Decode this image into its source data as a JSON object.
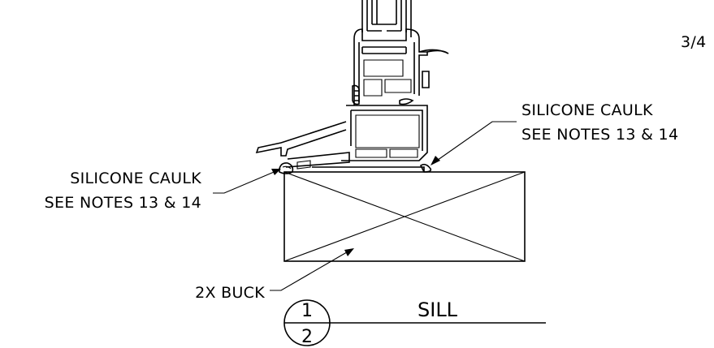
{
  "sheet": {
    "scale_fragment": "3/4"
  },
  "callouts": {
    "right": {
      "line1": "SILICONE CAULK",
      "line2": "SEE NOTES 13 & 14"
    },
    "left": {
      "line1": "SILICONE CAULK",
      "line2": "SEE NOTES 13 & 14"
    },
    "buck": "2X BUCK"
  },
  "detail_tag": {
    "number": "1",
    "sheet": "2",
    "title": "SILL"
  }
}
